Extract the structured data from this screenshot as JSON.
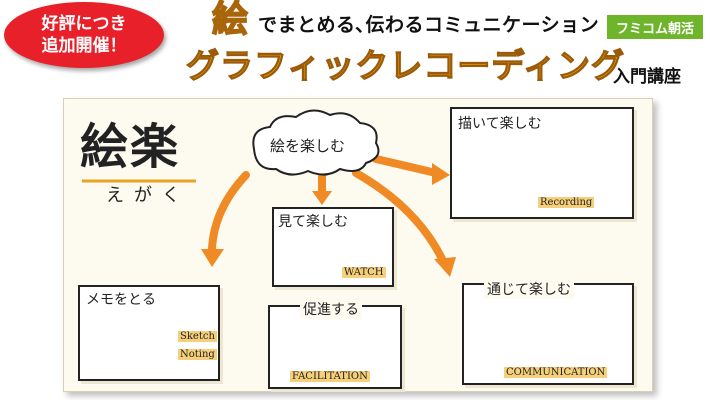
{
  "header": {
    "badge_line1": "好評につき",
    "badge_line2": "追加開催！",
    "big_char": "絵",
    "tagline": "でまとめる､伝わるコミュニケーション",
    "tag": "フミコム朝活",
    "title": "グラフィックレコーディング",
    "title_suffix": "入門講座"
  },
  "illustration": {
    "logo_main": "絵楽",
    "logo_reading": "えがく",
    "cloud_text": "絵を楽しむ",
    "panels": [
      {
        "label": "描いて楽しむ",
        "caption": "Recording"
      },
      {
        "label": "見て楽しむ",
        "caption": "WATCH"
      },
      {
        "label": "メモをとる",
        "caption_1": "Sketch",
        "caption_2": "Noting"
      },
      {
        "label": "促進する",
        "caption": "FACILITATION"
      },
      {
        "label": "通じて楽しむ",
        "caption": "COMMUNICATION"
      }
    ]
  },
  "colors": {
    "badge_red": "#e8202a",
    "title_gold": "#f2a900",
    "tag_green": "#6fb52c",
    "arrow_orange": "#f08a24",
    "highlight": "#f6cf7a"
  }
}
